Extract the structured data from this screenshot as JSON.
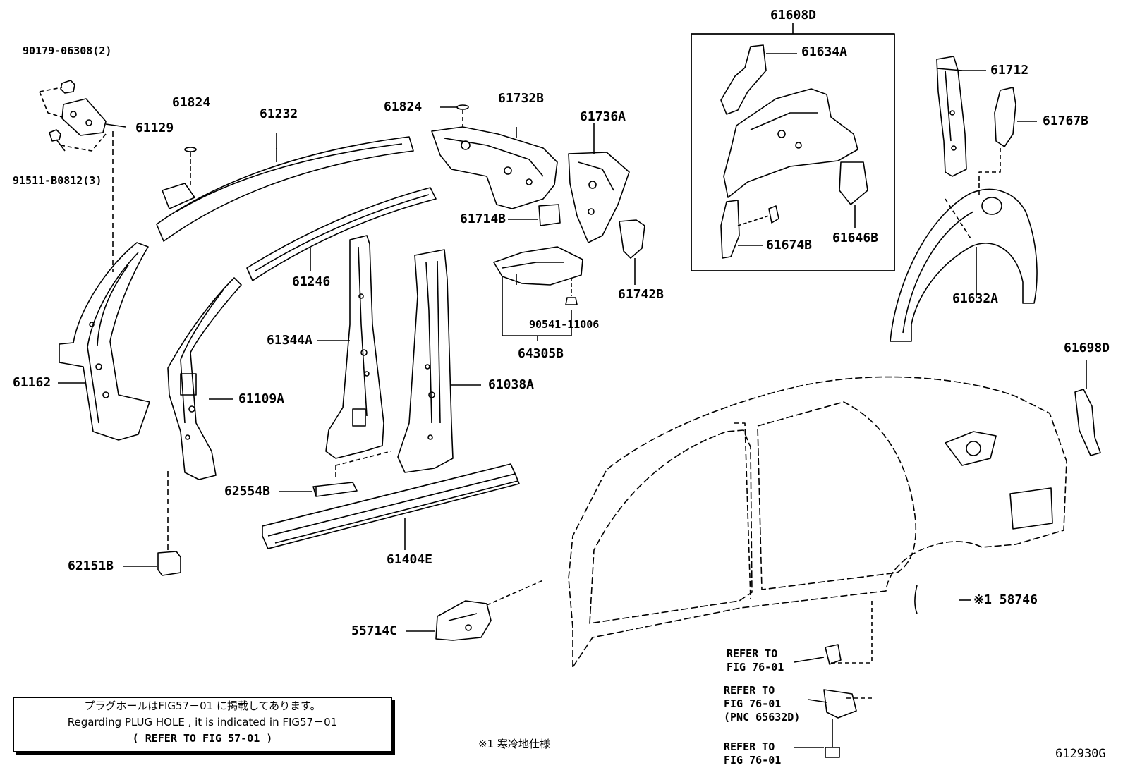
{
  "diagram": {
    "labels": {
      "p90179": "90179-06308(2)",
      "p61129": "61129",
      "p91511": "91511-B0812(3)",
      "p61824a": "61824",
      "p61232": "61232",
      "p61162": "61162",
      "p61246": "61246",
      "p61109A": "61109A",
      "p61344A": "61344A",
      "p61038A": "61038A",
      "p62554B": "62554B",
      "p61404E": "61404E",
      "p62151B": "62151B",
      "p61824b": "61824",
      "p61732B": "61732B",
      "p61714B": "61714B",
      "p61736A": "61736A",
      "p61742B": "61742B",
      "p90541": "90541-11006",
      "p64305B": "64305B",
      "p61608D": "61608D",
      "p61634A": "61634A",
      "p61674B": "61674B",
      "p61646B": "61646B",
      "p61712": "61712",
      "p61767B": "61767B",
      "p61632A": "61632A",
      "p61698D": "61698D",
      "p55714C": "55714C",
      "p58746": "※1 58746"
    },
    "refs": {
      "r1": "REFER TO\nFIG 76-01",
      "r2": "REFER TO\nFIG 76-01\n(PNC 65632D)",
      "r3": "REFER TO\nFIG 76-01"
    },
    "note": {
      "line1": "プラグホールはFIG57－01 に掲載してあります。",
      "line2": "Regarding PLUG HOLE , it is indicated in FIG57－01",
      "line3": "(    REFER TO FIG 57-01  )"
    },
    "footnote": "※1  寒冷地仕様",
    "figure_code": "612930G"
  }
}
